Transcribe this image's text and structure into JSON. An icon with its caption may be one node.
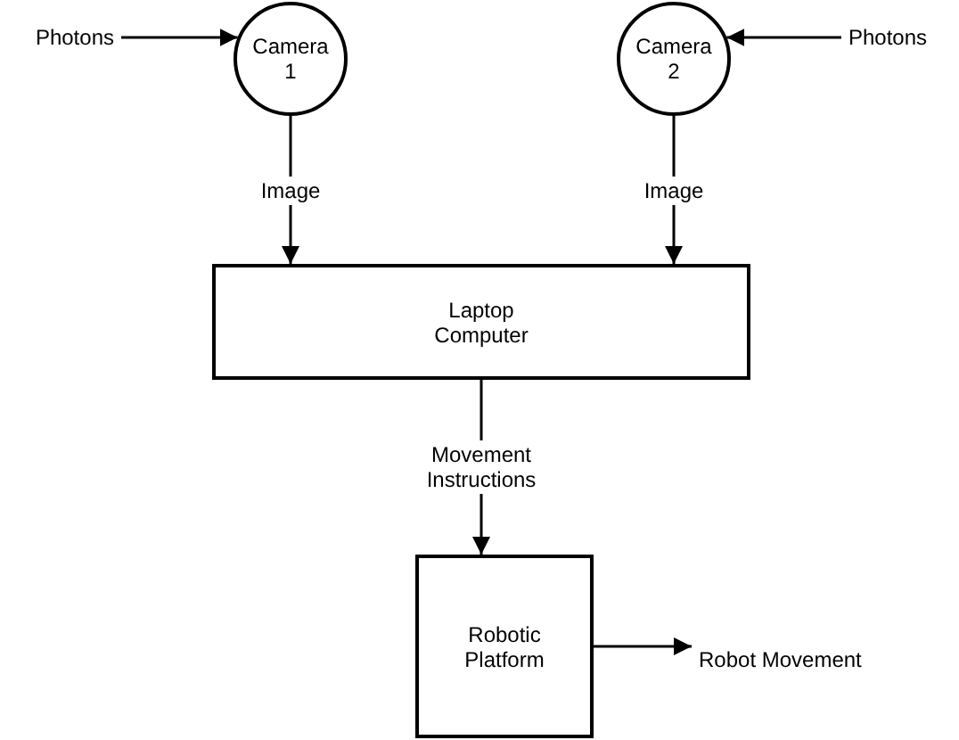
{
  "diagram": {
    "nodes": [
      {
        "text": [
          "Photons"
        ]
      },
      {
        "text": [
          "Camera 1"
        ]
      },
      {
        "text": [
          "Camera 2"
        ]
      },
      {
        "text": [
          "Photons"
        ]
      },
      {
        "text": [
          "Laptop Computer"
        ]
      },
      {
        "text": [
          "Robotic Platform"
        ]
      },
      {
        "text": [
          "Robot Movement"
        ]
      }
    ],
    "edges": [
      {
        "from": 0,
        "to": 1,
        "arrow": "to"
      },
      {
        "from": 3,
        "to": 2,
        "arrow": "to"
      },
      {
        "from": 1,
        "to": 4,
        "arrow": "to",
        "label": "Image"
      },
      {
        "from": 2,
        "to": 4,
        "arrow": "to",
        "label": "Image"
      },
      {
        "from": 4,
        "to": 5,
        "arrow": "to",
        "label": "Movement Instructions"
      },
      {
        "from": 5,
        "to": 6,
        "arrow": "to"
      }
    ]
  }
}
